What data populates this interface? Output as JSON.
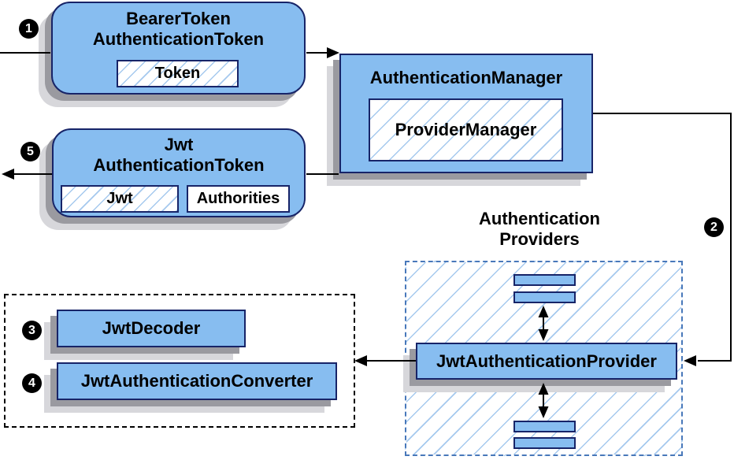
{
  "badges": {
    "step1": "1",
    "step2": "2",
    "step3": "3",
    "step4": "4",
    "step5": "5"
  },
  "bearer_token_box": {
    "title_line1": "BearerToken",
    "title_line2": "AuthenticationToken",
    "token_chip": "Token"
  },
  "authentication_manager_box": {
    "title": "AuthenticationManager",
    "provider_manager_chip": "ProviderManager"
  },
  "jwt_authentication_token_box": {
    "title_line1": "Jwt",
    "title_line2": "AuthenticationToken",
    "jwt_chip": "Jwt",
    "authorities_chip": "Authorities"
  },
  "authentication_providers_group": {
    "title_line1": "Authentication",
    "title_line2": "Providers",
    "jwt_authentication_provider_box": "JwtAuthenticationProvider"
  },
  "resolver_group": {
    "jwt_decoder_box": "JwtDecoder",
    "jwt_authentication_converter_box": "JwtAuthenticationConverter"
  },
  "colors": {
    "box_fill": "#87bdf0",
    "box_border": "#172468",
    "hatch_line": "#a5c9ee",
    "providers_dashed_border": "#4878ba",
    "resolver_dashed_border": "#000000",
    "connector": "#000000",
    "shadow_inner": "#9a9aa0",
    "shadow_outer": "#d7d7db",
    "badge_background": "#000000",
    "badge_text": "#ffffff",
    "canvas_background": "#ffffff"
  }
}
